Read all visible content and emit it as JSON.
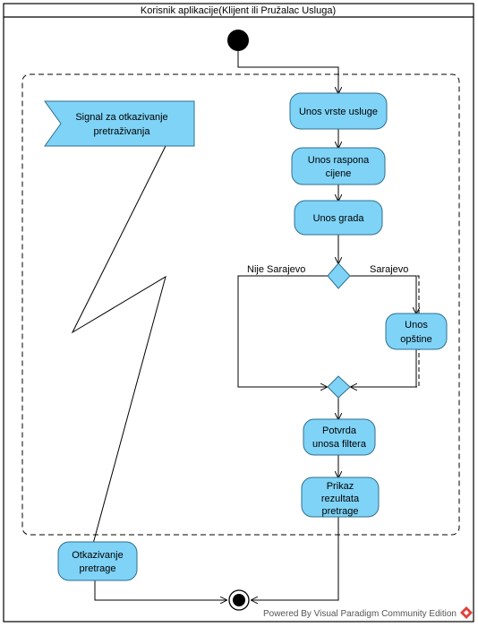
{
  "diagram": {
    "partition_title": "Korisnik aplikacije(Klijent ili Pružalac Usluga)",
    "signal": {
      "line1": "Signal za otkazivanje",
      "line2": "pretraživanja"
    },
    "actions": {
      "unos_vrste_usluge": "Unos vrste usluge",
      "unos_raspona_l1": "Unos raspona",
      "unos_raspona_l2": "cijene",
      "unos_grada": "Unos grada",
      "unos_opstine_l1": "Unos",
      "unos_opstine_l2": "opštine",
      "potvrda_l1": "Potvrda",
      "potvrda_l2": "unosa filtera",
      "prikaz_l1": "Prikaz",
      "prikaz_l2": "rezultata",
      "prikaz_l3": "pretrage",
      "otkazivanje_l1": "Otkazivanje",
      "otkazivanje_l2": "pretrage"
    },
    "guards": {
      "nije_sarajevo": "Nije Sarajevo",
      "sarajevo": "Sarajevo"
    },
    "footer": "Powered By Visual Paradigm Community Edition"
  },
  "colors": {
    "node_fill": "#7fd3f7",
    "node_stroke": "#2f6f8f",
    "line": "#000000",
    "logo": "#e0413a"
  }
}
